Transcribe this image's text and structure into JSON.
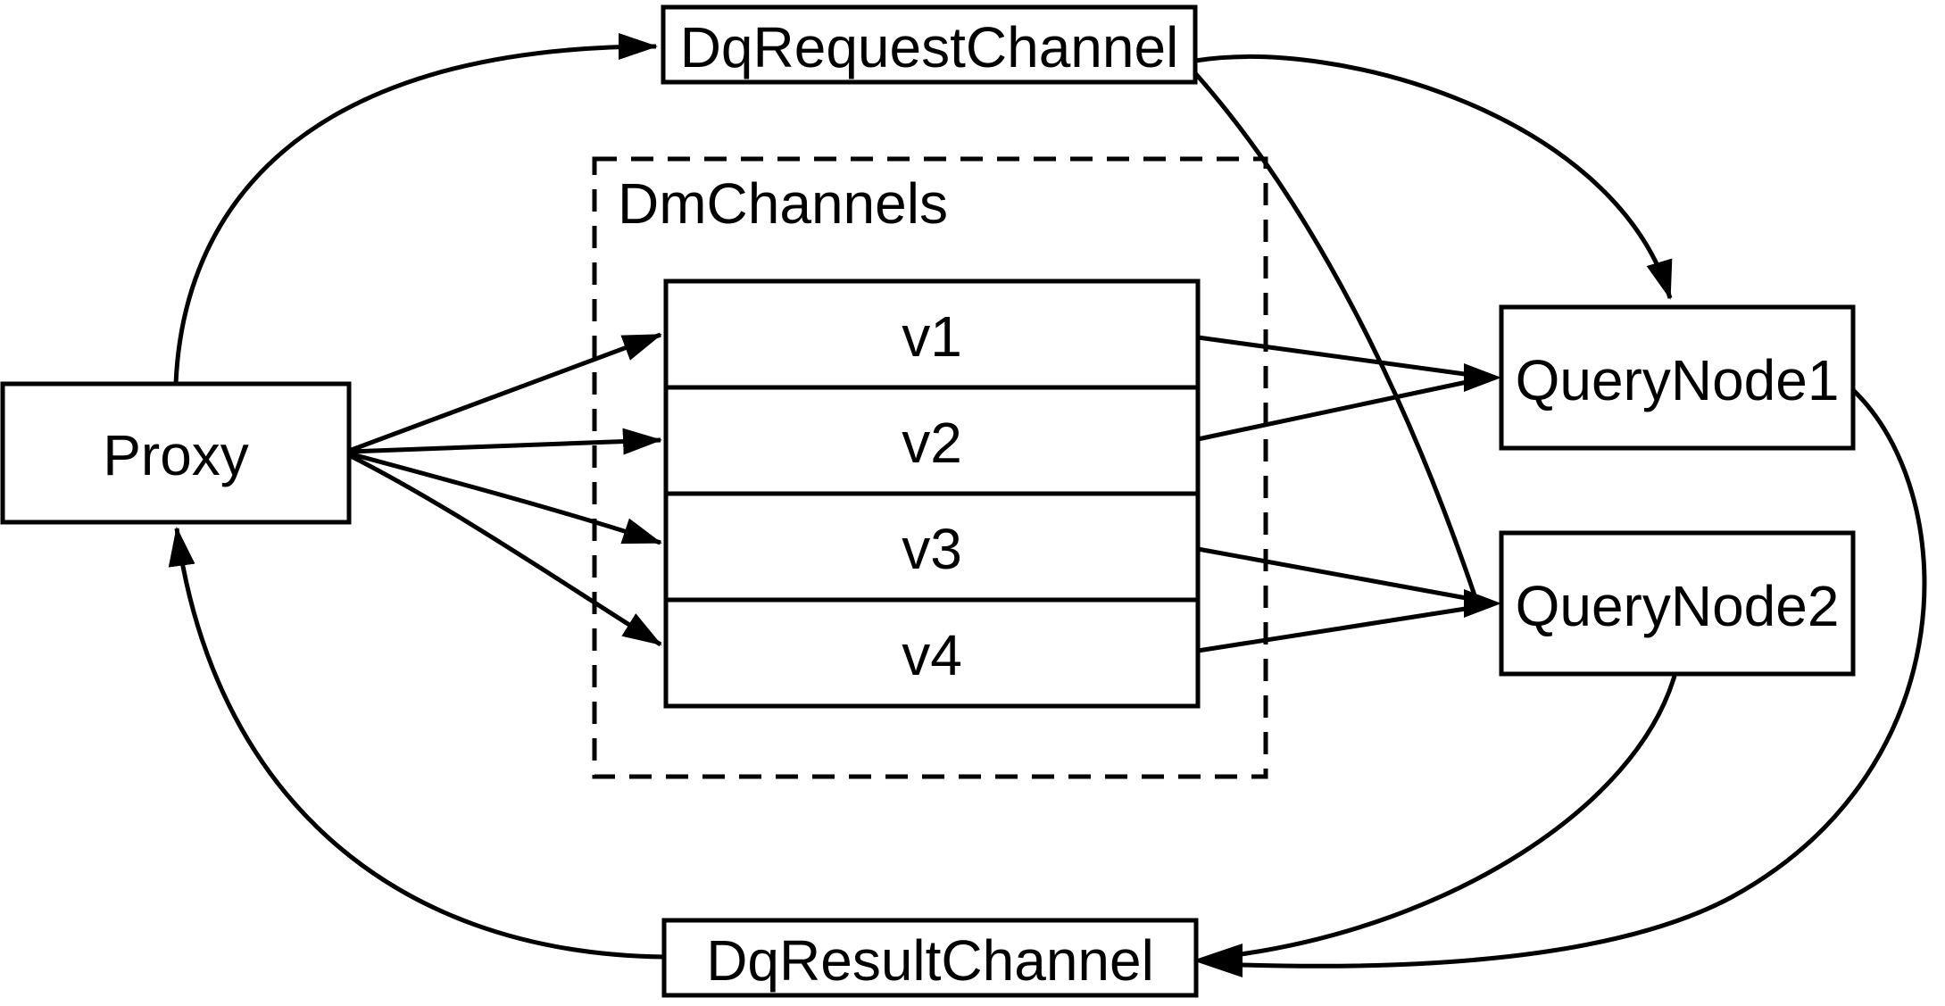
{
  "diagram": {
    "nodes": {
      "proxy": {
        "label": "Proxy"
      },
      "dqRequestChannel": {
        "label": "DqRequestChannel"
      },
      "dmChannels": {
        "label": "DmChannels"
      },
      "v1": {
        "label": "v1"
      },
      "v2": {
        "label": "v2"
      },
      "v3": {
        "label": "v3"
      },
      "v4": {
        "label": "v4"
      },
      "queryNode1": {
        "label": "QueryNode1"
      },
      "queryNode2": {
        "label": "QueryNode2"
      },
      "dqResultChannel": {
        "label": "DqResultChannel"
      }
    },
    "edges": [
      {
        "from": "Proxy",
        "to": "DqRequestChannel"
      },
      {
        "from": "Proxy",
        "to": "v1"
      },
      {
        "from": "Proxy",
        "to": "v2"
      },
      {
        "from": "Proxy",
        "to": "v3"
      },
      {
        "from": "Proxy",
        "to": "v4"
      },
      {
        "from": "v1",
        "to": "QueryNode1"
      },
      {
        "from": "v2",
        "to": "QueryNode1"
      },
      {
        "from": "v3",
        "to": "QueryNode2"
      },
      {
        "from": "v4",
        "to": "QueryNode2"
      },
      {
        "from": "DqRequestChannel",
        "to": "QueryNode1"
      },
      {
        "from": "DqRequestChannel",
        "to": "QueryNode2"
      },
      {
        "from": "QueryNode1",
        "to": "DqResultChannel"
      },
      {
        "from": "QueryNode2",
        "to": "DqResultChannel"
      },
      {
        "from": "DqResultChannel",
        "to": "Proxy"
      }
    ],
    "colors": {
      "stroke": "#000000",
      "background": "#ffffff",
      "text": "#000000"
    }
  }
}
